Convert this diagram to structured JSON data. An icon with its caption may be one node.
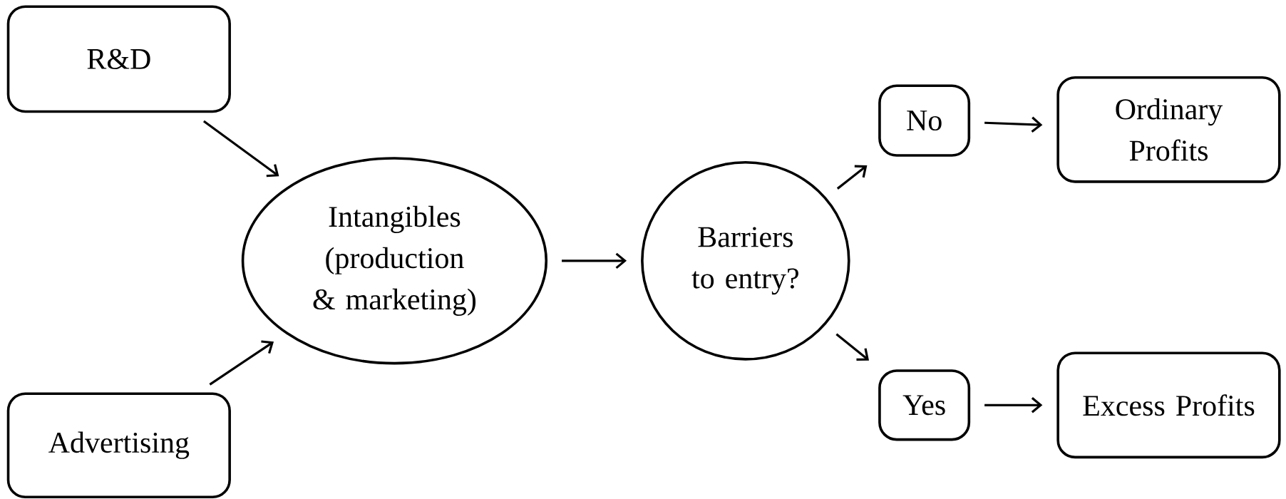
{
  "diagram": {
    "nodes": [
      {
        "text": [
          "R&D"
        ]
      },
      {
        "text": [
          "Advertising"
        ]
      },
      {
        "text": [
          "Intangibles (production & marketing)"
        ]
      },
      {
        "text": [
          "Barriers to entry?"
        ]
      },
      {
        "text": [
          "No"
        ]
      },
      {
        "text": [
          "Yes"
        ]
      },
      {
        "text": [
          "Ordinary Profits"
        ]
      },
      {
        "text": [
          "Excess Profits"
        ]
      }
    ],
    "edges": [
      {
        "from": 0,
        "to": 2,
        "arrow": "to"
      },
      {
        "from": 1,
        "to": 2,
        "arrow": "to"
      },
      {
        "from": 2,
        "to": 3,
        "arrow": "to"
      },
      {
        "from": 3,
        "to": 4,
        "arrow": "to"
      },
      {
        "from": 3,
        "to": 5,
        "arrow": "to"
      },
      {
        "from": 4,
        "to": 6,
        "arrow": "to"
      },
      {
        "from": 5,
        "to": 7,
        "arrow": "to"
      }
    ]
  }
}
